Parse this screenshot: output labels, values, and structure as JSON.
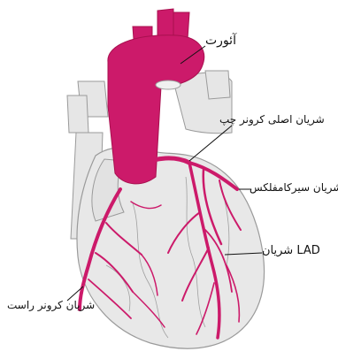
{
  "labels": {
    "aorta": "آئورت",
    "left_main_coronary": "شریان اصلی کرونر چپ",
    "circumflex": "شریان سیرکامفلکس",
    "lad": "LAD شریان",
    "right_coronary": "شریان کرونر راست"
  },
  "colors": {
    "heart_fill": "#e8e8e8",
    "heart_outline": "#9a9a9a",
    "artery": "#cc1a6a",
    "artery_dark": "#a8104f",
    "leader_line": "#111111"
  }
}
